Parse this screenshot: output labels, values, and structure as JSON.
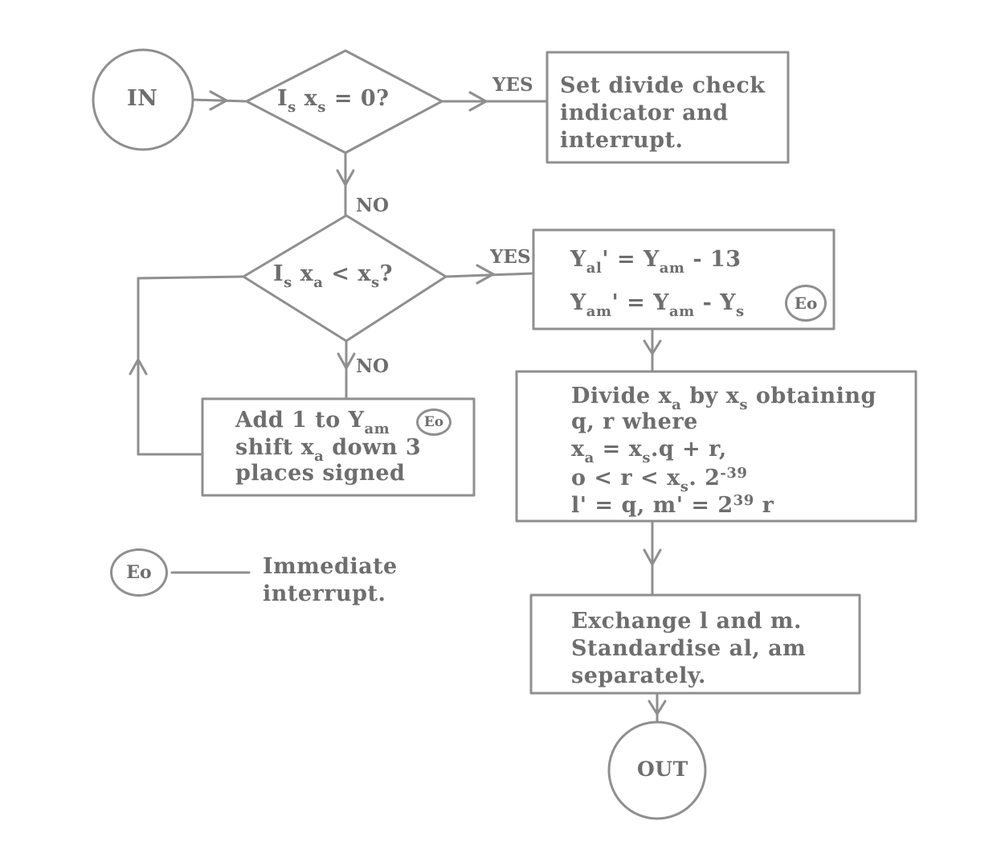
{
  "terminals": {
    "in": "IN",
    "out": "OUT"
  },
  "decision1": {
    "p1": "I",
    "s1": "s",
    "p2": " x",
    "s2": "s",
    "p3": " = 0?"
  },
  "decision2": {
    "p1": "I",
    "s1": "s",
    "p2": " x",
    "s2": "a",
    "p3": " < x",
    "s3": "s",
    "p4": "?"
  },
  "labels": {
    "yes": "YES",
    "no": "NO"
  },
  "box_divide_check": {
    "lines": [
      "Set divide check",
      "indicator and",
      "interrupt."
    ]
  },
  "box_y_update": {
    "line1": {
      "a": "Y",
      "a_sub": "al",
      "b": "' = Y",
      "b_sub": "am",
      "c": " - 13"
    },
    "line2": {
      "a": "Y",
      "a_sub": "am",
      "b": "' = Y",
      "b_sub": "am",
      "c": " - Y",
      "c_sub": "s"
    }
  },
  "box_add_shift": {
    "line1": {
      "a": "Add 1 to Y",
      "a_sub": "am"
    },
    "line2": {
      "a": "shift x",
      "a_sub": "a",
      "b": " down 3"
    },
    "line3": "places signed"
  },
  "box_divide": {
    "line1": {
      "a": "Divide x",
      "a_sub": "a",
      "b": " by x",
      "b_sub": "s",
      "c": " obtaining"
    },
    "line2": "q, r where",
    "line3": {
      "a": "x",
      "a_sub": "a",
      "b": " = x",
      "b_sub": "s",
      "c": ".q + r,"
    },
    "line4": {
      "a": "o < r < x",
      "a_sub": "s",
      "b": ". 2",
      "b_sup": "-39"
    },
    "line5": {
      "a": "l' = q, m' = 2",
      "a_sup": "39",
      "b": " r"
    }
  },
  "box_exchange": {
    "lines": [
      "Exchange l and m.",
      "Standardise al, am",
      "separately."
    ]
  },
  "eo_marker": "Eo",
  "legend": {
    "symbol": "Eo",
    "lines": [
      "Immediate",
      "interrupt."
    ]
  }
}
